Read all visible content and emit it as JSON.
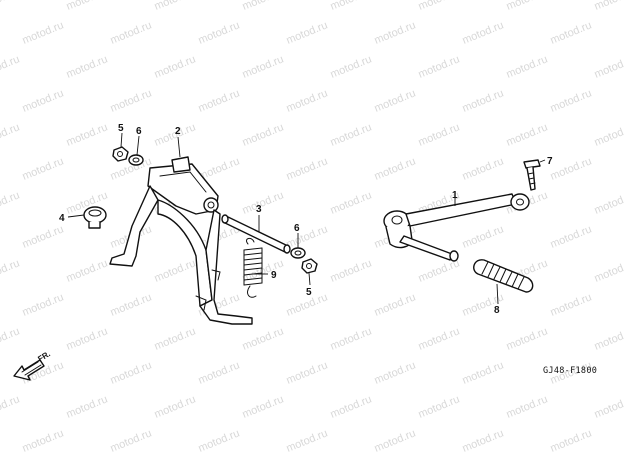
{
  "diagram": {
    "watermark": "motod.ru",
    "drawing_code": "GJ48-F1800",
    "direction_label": "FR.",
    "parts": [
      {
        "key": "kick-starter-arm",
        "callout": "1"
      },
      {
        "key": "main-stand",
        "callout": "2"
      },
      {
        "key": "stand-pivot-shaft",
        "callout": "3"
      },
      {
        "key": "stand-rubber-stopper",
        "callout": "4"
      },
      {
        "key": "nut-left",
        "callout": "5"
      },
      {
        "key": "washer-left",
        "callout": "6"
      },
      {
        "key": "bolt",
        "callout": "7"
      },
      {
        "key": "kick-rubber",
        "callout": "8"
      },
      {
        "key": "stand-spring",
        "callout": "9"
      },
      {
        "key": "washer-right",
        "callout": "6"
      },
      {
        "key": "nut-right",
        "callout": "5"
      }
    ]
  }
}
